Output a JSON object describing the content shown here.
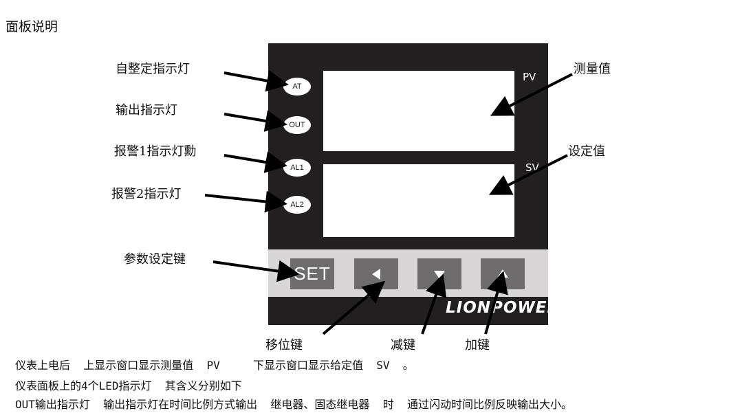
{
  "document": {
    "section_title": "面板说明",
    "callouts": {
      "at_led": "自整定指示灯",
      "out_led": "输出指示灯",
      "al1_led": "报警1指示灯勳",
      "al2_led": "报警2指示灯",
      "set_key": "参数设定键",
      "pv_value": "测量值",
      "sv_value": "设定值",
      "shift_key": "移位键",
      "down_key": "减键",
      "up_key": "加键"
    },
    "paragraphs": [
      "仪表上电后  上显示窗口显示测量值  PV     下显示窗口显示给定值  SV  。",
      "仪表面板上的4个LED指示灯  其含义分别如下",
      "OUT输出指示灯  输出指示灯在时间比例方式输出  继电器、固态继电器  时  通过闪动时间比例反映输出大小。"
    ]
  },
  "panel": {
    "leds": [
      "AT",
      "OUT",
      "AL1",
      "AL2"
    ],
    "pv_label": "PV",
    "sv_label": "SV",
    "set_key_label": "SET",
    "brand": "LIONPOWER",
    "colors": {
      "bezel": "#231f20",
      "key_strip": "#d8d6d7",
      "key": "#6e6c6d",
      "display": "#ffffff"
    },
    "key_icons": [
      "left-arrow-icon",
      "down-arrow-icon",
      "up-arrow-icon"
    ]
  }
}
